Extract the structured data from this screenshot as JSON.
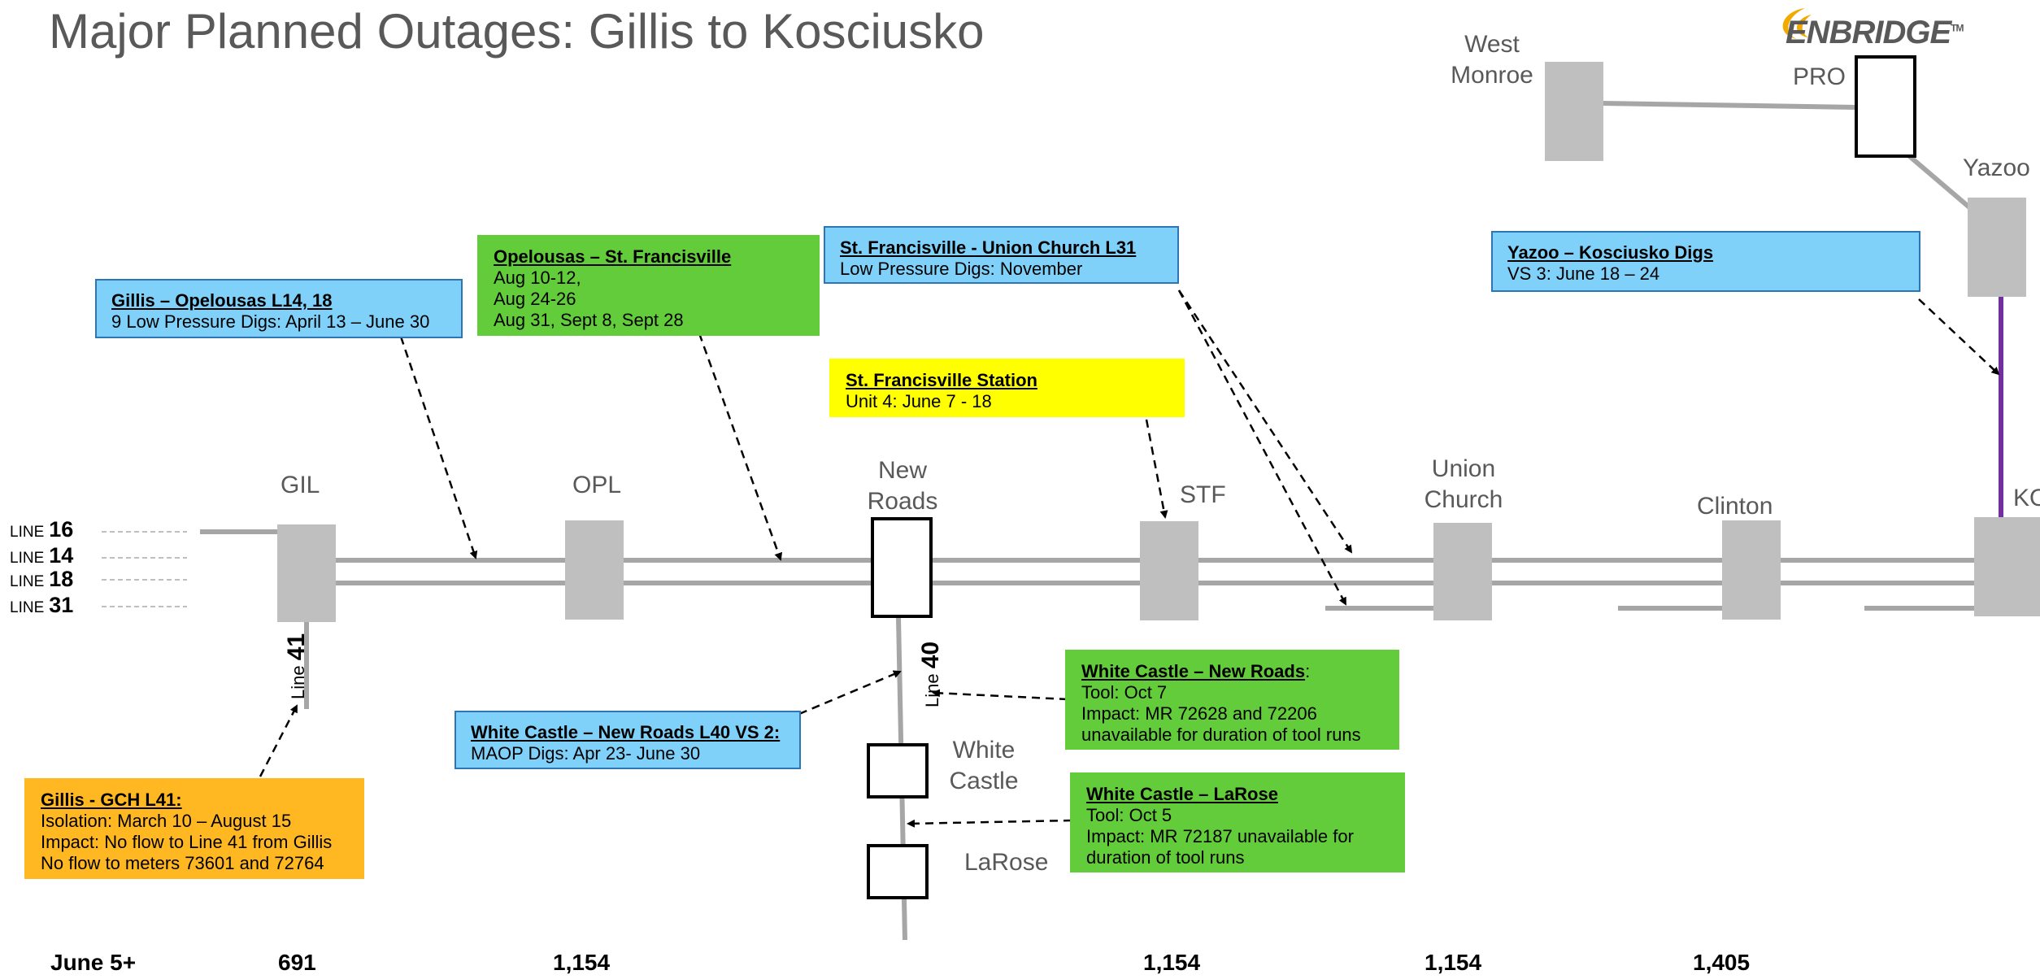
{
  "title": "Major Planned Outages: Gillis to Kosciusko",
  "logo": {
    "text": "ENBRIDGE",
    "mark": "TM"
  },
  "colors": {
    "pipe": "#a6a6a6",
    "station": "#bfbfbf",
    "blue_box": "#7fd1f9",
    "green_box": "#62cc3b",
    "yellow_box": "#ffff00",
    "orange_box": "#ffb822",
    "purple_line": "#7030a0"
  },
  "line_legend": [
    {
      "prefix": "LINE",
      "num": "16"
    },
    {
      "prefix": "LINE",
      "num": "14"
    },
    {
      "prefix": "LINE",
      "num": "18"
    },
    {
      "prefix": "LINE",
      "num": "31"
    }
  ],
  "stations": {
    "gil": "GIL",
    "opl": "OPL",
    "new_roads_1": "New",
    "new_roads_2": "Roads",
    "stf": "STF",
    "union_1": "Union",
    "union_2": "Church",
    "clinton": "Clinton",
    "ko": "KO",
    "west_monroe_1": "West",
    "west_monroe_2": "Monroe",
    "pro": "PRO",
    "yazoo": "Yazoo",
    "white_castle_1": "White",
    "white_castle_2": "Castle",
    "larose": "LaRose"
  },
  "line_tags": {
    "line41": {
      "word": "Line",
      "num": "41"
    },
    "line40": {
      "word": "Line",
      "num": "40"
    }
  },
  "callouts": {
    "gillis_opelousas": {
      "heading": "Gillis – Opelousas L14, 18",
      "lines": [
        "9 Low Pressure Digs:  April 13 – June 30"
      ]
    },
    "opelousas_stf": {
      "heading": "Opelousas – St. Francisville",
      "lines": [
        "Aug 10-12,",
        "Aug 24-26",
        "Aug 31, Sept 8, Sept 28"
      ]
    },
    "stf_union": {
      "heading": "St. Francisville - Union Church L31",
      "lines": [
        "Low Pressure Digs: November"
      ]
    },
    "stf_station": {
      "heading": "St. Francisville Station",
      "lines": [
        "Unit 4:  June 7 - 18"
      ]
    },
    "yazoo_kosciusko": {
      "heading": "Yazoo – Kosciusko Digs",
      "lines": [
        "VS 3: June 18 – 24"
      ]
    },
    "wc_nr_tool": {
      "heading": "White Castle – New Roads",
      "suffix": ":",
      "lines": [
        "Tool:  Oct 7",
        "Impact: MR 72628 and 72206",
        "unavailable for duration of tool runs"
      ]
    },
    "wc_nr_l40": {
      "heading": "White Castle – New Roads L40 VS 2:",
      "lines": [
        "MAOP Digs:  Apr 23- June 30"
      ]
    },
    "wc_larose": {
      "heading": "White Castle – LaRose",
      "lines": [
        "Tool: Oct 5",
        "Impact:  MR 72187 unavailable for",
        "duration of tool runs"
      ]
    },
    "gillis_gch": {
      "heading": "Gillis - GCH L41:",
      "lines": [
        "Isolation: March 10 – August 15",
        "Impact:  No flow to Line 41 from Gillis",
        "No flow to meters 73601 and 72764"
      ]
    }
  },
  "footer": {
    "label": "June 5+",
    "values": [
      "691",
      "1,154",
      "1,154",
      "1,154",
      "1,405"
    ]
  }
}
